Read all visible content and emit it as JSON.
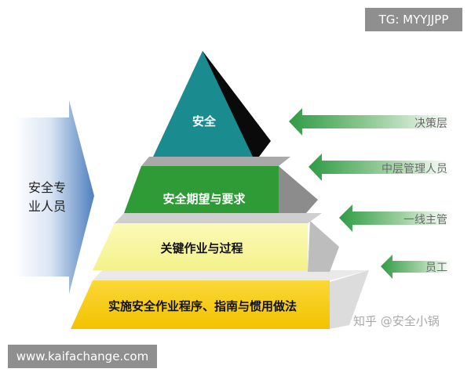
{
  "pyramid": {
    "apex": "安全",
    "level2": "安全期望与要求",
    "level3": "关键作业与过程",
    "base": "实施安全作业程序、指南与惯用做法"
  },
  "left_arrow": {
    "line1": "安全专",
    "line2": "业人员"
  },
  "right_arrows": [
    {
      "label": "决策层"
    },
    {
      "label": "中层管理人员"
    },
    {
      "label": "一线主管"
    },
    {
      "label": "员工"
    }
  ],
  "watermark": "知乎 @安全小锅",
  "overlays": {
    "tg": "TG: MYYJJPP",
    "site": "www.kaifachange.com"
  },
  "colors": {
    "apex": "#1a8c8f",
    "level2": "#2e9b36",
    "level3": "#f9f7a0",
    "base": "#f8cf18",
    "arrow_green": "#2f9b45",
    "left_arrow": "#5a86bf"
  }
}
